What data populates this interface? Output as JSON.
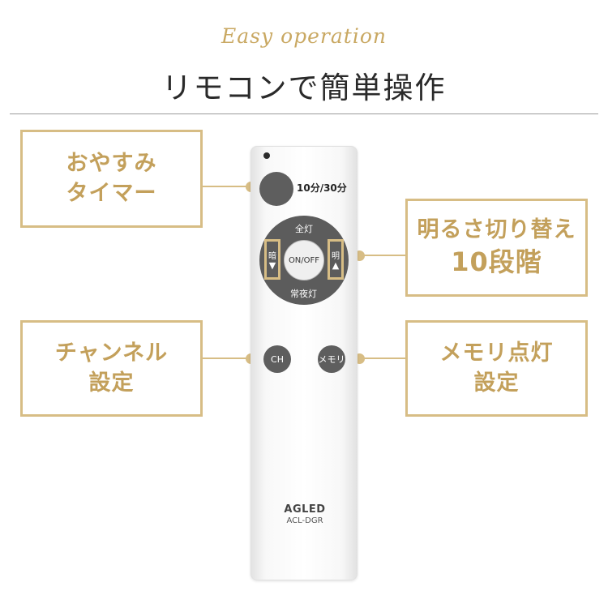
{
  "header": {
    "script_title": "Easy operation",
    "title": "リモコンで簡単操作"
  },
  "callouts": {
    "sleep_timer": {
      "line1": "おやすみ",
      "line2": "タイマー"
    },
    "brightness": {
      "line1": "明るさ切り替え",
      "line2": "10段階"
    },
    "channel": {
      "line1": "チャンネル",
      "line2": "設定"
    },
    "memory": {
      "line1": "メモリ点灯",
      "line2": "設定"
    }
  },
  "remote": {
    "timer_label": "10分/30分",
    "full_light": "全灯",
    "on_off": "ON/OFF",
    "night_light": "常夜灯",
    "dim_label": "暗",
    "dim_arrow": "▼",
    "bright_label": "明",
    "bright_arrow": "▲",
    "ch_button": "CH",
    "memory_button": "メモリ",
    "brand": "AGLED",
    "model": "ACL-DGR"
  },
  "colors": {
    "accent_gold": "#d7bd85",
    "label_text": "#c3a05b",
    "button_gray": "#5e5e5e"
  }
}
